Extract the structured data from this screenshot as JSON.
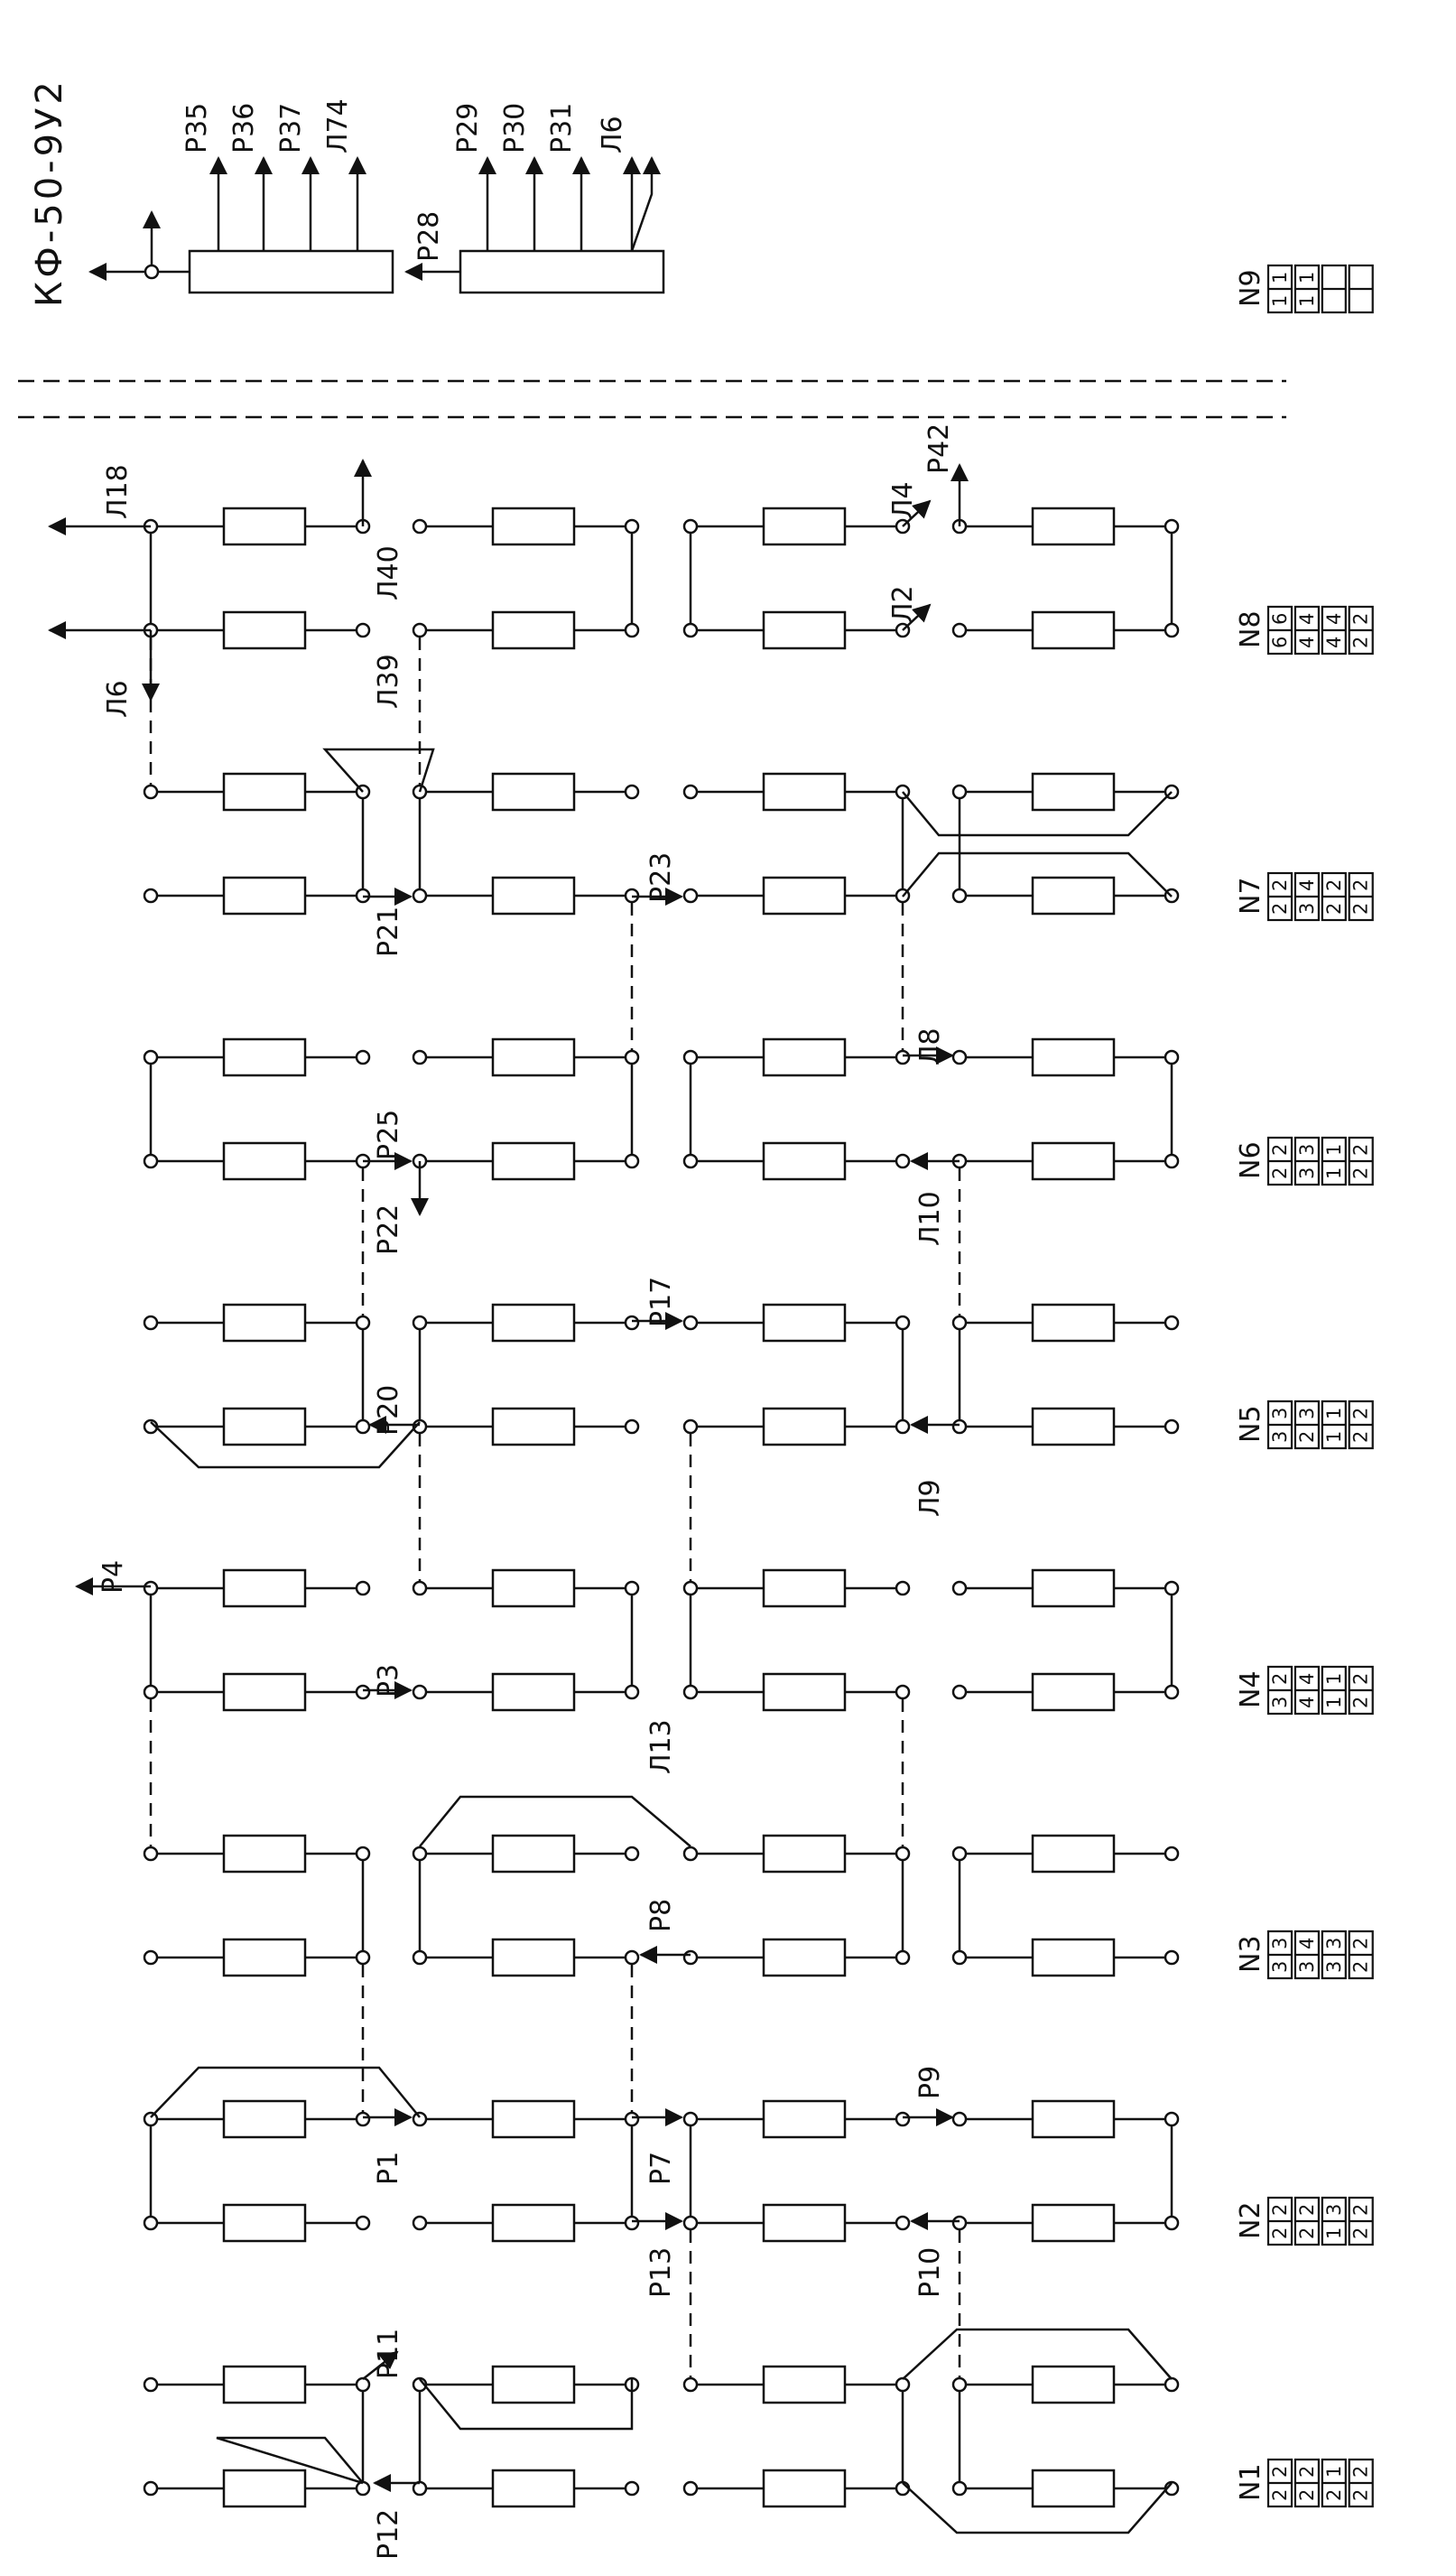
{
  "title": "КФ-50-9У2",
  "top_blocks": {
    "left_labels": [
      "Р35",
      "Р36",
      "Р37",
      "Л74"
    ],
    "right_labels": [
      "Р29",
      "Р30",
      "Р31",
      "Л6"
    ],
    "between_label": "Р28"
  },
  "nodes": [
    {
      "name": "N1",
      "grid": [
        "22",
        "22",
        "21",
        "22"
      ]
    },
    {
      "name": "N2",
      "grid": [
        "22",
        "22",
        "13",
        "22"
      ]
    },
    {
      "name": "N3",
      "grid": [
        "33",
        "34",
        "33",
        "22"
      ]
    },
    {
      "name": "N4",
      "grid": [
        "32",
        "44",
        "11",
        "22"
      ]
    },
    {
      "name": "N5",
      "grid": [
        "33",
        "23",
        "11",
        "22"
      ]
    },
    {
      "name": "N6",
      "grid": [
        "22",
        "33",
        "11",
        "22"
      ]
    },
    {
      "name": "N7",
      "grid": [
        "22",
        "34",
        "22",
        "22"
      ]
    },
    {
      "name": "N8",
      "grid": [
        "66",
        "44",
        "44",
        "22"
      ]
    },
    {
      "name": "N9",
      "grid": [
        "11",
        "11",
        "",
        ""
      ]
    }
  ],
  "labels": {
    "r1": "Р1",
    "r3": "Р3",
    "r4": "Р4",
    "r7": "Р7",
    "r8": "Р8",
    "r9": "Р9",
    "r10": "Р10",
    "r11": "Р11",
    "r12": "Р12",
    "r13": "Р13",
    "r17": "Р17",
    "r20": "Р20",
    "r21": "Р21",
    "r22": "Р22",
    "r23": "Р23",
    "r25": "Р25",
    "r42": "Р42",
    "l2": "Л2",
    "l4": "Л4",
    "l6": "Л6",
    "l8": "Л8",
    "l9": "Л9",
    "l10": "Л10",
    "l13": "Л13",
    "l18": "Л18",
    "l39": "Л39",
    "l40": "Л40"
  }
}
